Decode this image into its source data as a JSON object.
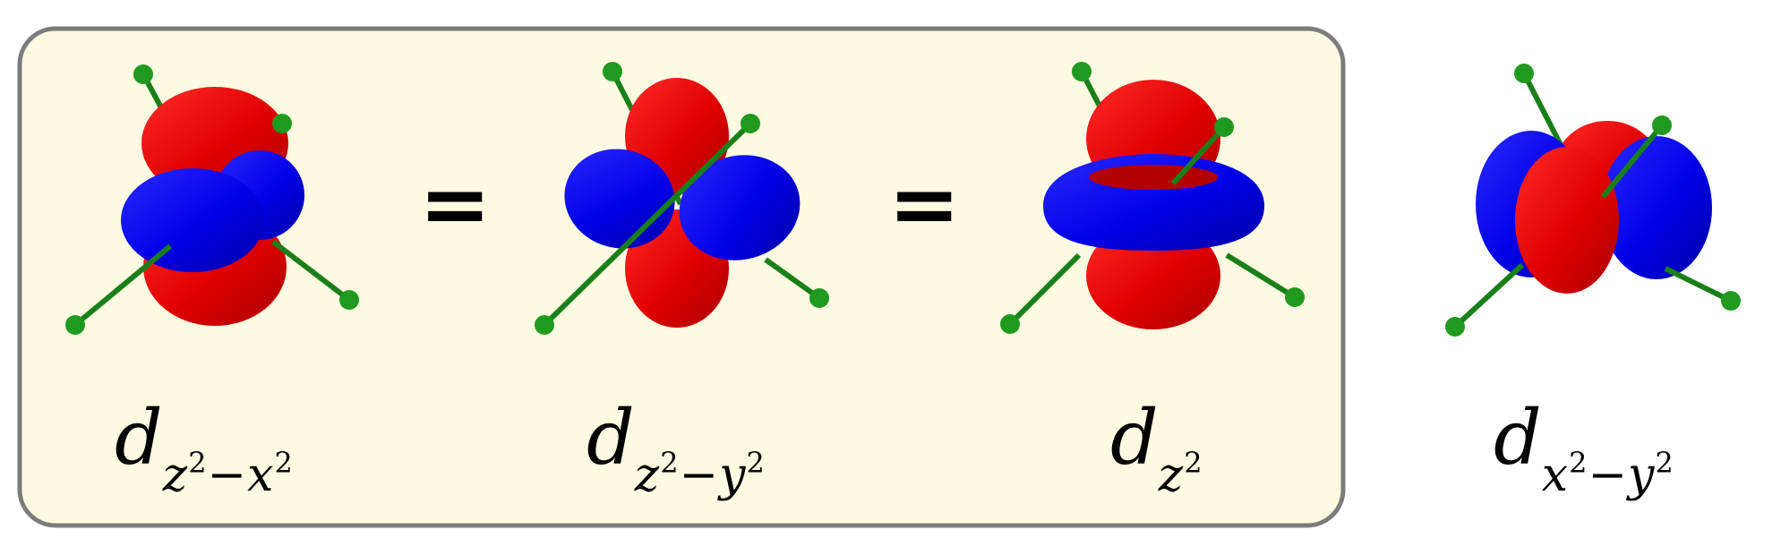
{
  "colors": {
    "panel_fill": "#fdfbe2",
    "panel_border": "#7c7c7c",
    "lobe_red": "#e60000",
    "lobe_red_dark": "#b30000",
    "lobe_blue": "#0000ee",
    "lobe_blue_dark": "#0000b0",
    "axis_green": "#1a7f1a",
    "atom_green": "#1f9a1f"
  },
  "equals": [
    "=",
    "="
  ],
  "orbitals": [
    {
      "id": "dz2-x2",
      "letter": "d",
      "sub_a": "z",
      "sup_a": "2",
      "op": "−",
      "sub_b": "x",
      "sup_b": "2"
    },
    {
      "id": "dz2-y2",
      "letter": "d",
      "sub_a": "z",
      "sup_a": "2",
      "op": "−",
      "sub_b": "y",
      "sup_b": "2"
    },
    {
      "id": "dz2",
      "letter": "d",
      "sub_a": "z",
      "sup_a": "2",
      "op": "",
      "sub_b": "",
      "sup_b": ""
    },
    {
      "id": "dx2-y2",
      "letter": "d",
      "sub_a": "x",
      "sup_a": "2",
      "op": "−",
      "sub_b": "y",
      "sup_b": "2"
    }
  ]
}
